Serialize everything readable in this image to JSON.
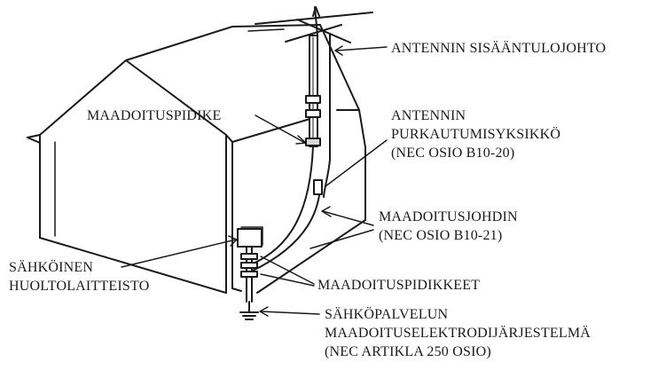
{
  "diagram": {
    "labels": {
      "antenna_lead_in": "ANTENNIN SISÄÄNTULOJOHTO",
      "discharge_unit": [
        "ANTENNIN",
        "PURKAUTUMISYKSIKKÖ",
        "(NEC OSIO B10-20)"
      ],
      "ground_clamp": "MAADOITUSPIDIKE",
      "grounding_conductor": [
        "MAADOITUSJOHDIN",
        "(NEC OSIO B10-21)"
      ],
      "electric_service": [
        "SÄHKÖINEN",
        "HUOLTOLAITTEISTO"
      ],
      "ground_clamps": "MAADOITUSPIDIKKEET",
      "electrode_system": [
        "SÄHKÖPALVELUN",
        "MAADOITUSELEKTRODIJÄRJESTELMÄ",
        "(NEC ARTIKLA 250 OSIO)"
      ]
    },
    "colors": {
      "line": "#1a1a1a",
      "background": "#ffffff"
    }
  }
}
